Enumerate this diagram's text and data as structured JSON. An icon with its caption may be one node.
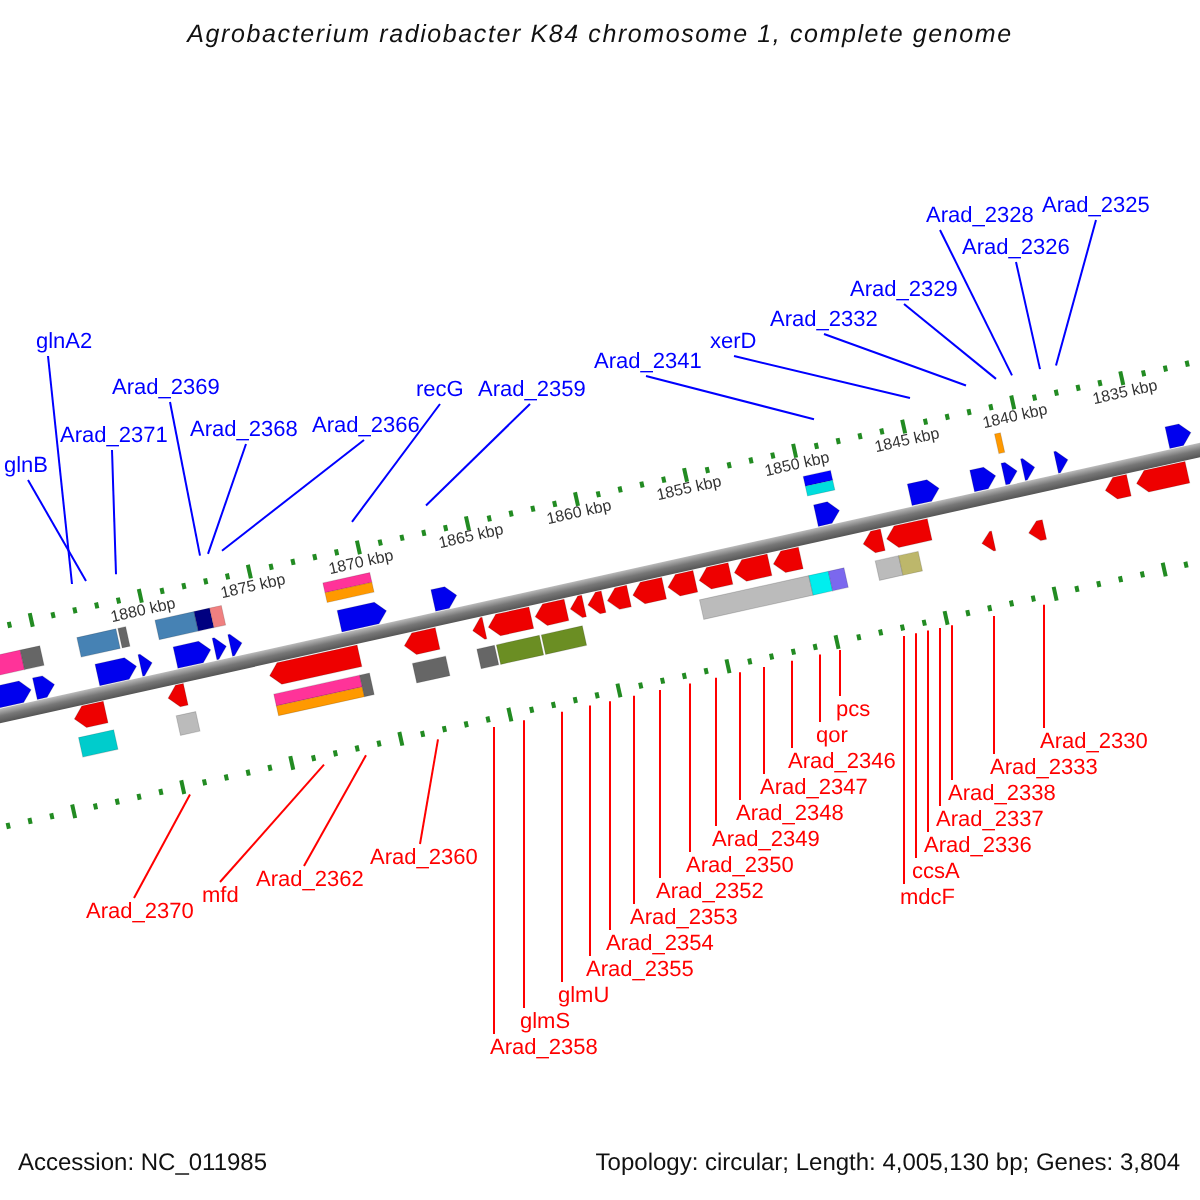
{
  "diagram": {
    "title": "Agrobacterium radiobacter K84 chromosome 1, complete genome",
    "nodes": [
      {
        "text": [
          "Arad_2325"
        ]
      },
      {
        "text": [
          "Arad_2328"
        ]
      },
      {
        "text": [
          "Arad_2326"
        ]
      },
      {
        "text": [
          "Arad_2329"
        ]
      },
      {
        "text": [
          "Arad_2332"
        ]
      },
      {
        "text": [
          "glnA2"
        ]
      },
      {
        "text": [
          "xerD"
        ]
      },
      {
        "text": [
          "Arad_2341"
        ]
      },
      {
        "text": [
          "Arad_2369"
        ]
      },
      {
        "text": [
          "recG"
        ]
      },
      {
        "text": [
          "Arad_2359"
        ]
      },
      {
        "text": [
          "Arad_2366"
        ]
      },
      {
        "text": [
          "Arad_2368"
        ]
      },
      {
        "text": [
          "Arad_2371"
        ]
      },
      {
        "text": [
          "glnB"
        ]
      },
      {
        "text": [
          "Arad_2330"
        ]
      },
      {
        "text": [
          "Arad_2333"
        ]
      },
      {
        "text": [
          "Arad_2338"
        ]
      },
      {
        "text": [
          "Arad_2337"
        ]
      },
      {
        "text": [
          "Arad_2336"
        ]
      },
      {
        "text": [
          "ccsA"
        ]
      },
      {
        "text": [
          "mdcF"
        ]
      },
      {
        "text": [
          "pcs"
        ]
      },
      {
        "text": [
          "qor"
        ]
      },
      {
        "text": [
          "Arad_2346"
        ]
      },
      {
        "text": [
          "Arad_2347"
        ]
      },
      {
        "text": [
          "Arad_2348"
        ]
      },
      {
        "text": [
          "Arad_2349"
        ]
      },
      {
        "text": [
          "Arad_2350"
        ]
      },
      {
        "text": [
          "Arad_2352"
        ]
      },
      {
        "text": [
          "Arad_2353"
        ]
      },
      {
        "text": [
          "Arad_2354"
        ]
      },
      {
        "text": [
          "Arad_2355"
        ]
      },
      {
        "text": [
          "glmU"
        ]
      },
      {
        "text": [
          "glmS"
        ]
      },
      {
        "text": [
          "Arad_2358"
        ]
      },
      {
        "text": [
          "Arad_2360"
        ]
      },
      {
        "text": [
          "Arad_2362"
        ]
      },
      {
        "text": [
          "mfd"
        ]
      },
      {
        "text": [
          "Arad_2370"
        ]
      }
    ],
    "edges": [
      {
        "from": 0,
        "to": null,
        "arrow": "none",
        "color": "#0000ff"
      },
      {
        "from": 1,
        "to": null,
        "arrow": "none",
        "color": "#0000ff"
      },
      {
        "from": 2,
        "to": null,
        "arrow": "none",
        "color": "#0000ff"
      },
      {
        "from": 3,
        "to": null,
        "arrow": "none",
        "color": "#0000ff"
      },
      {
        "from": 4,
        "to": null,
        "arrow": "none",
        "color": "#0000ff"
      },
      {
        "from": 5,
        "to": null,
        "arrow": "none",
        "color": "#0000ff"
      },
      {
        "from": 6,
        "to": null,
        "arrow": "none",
        "color": "#0000ff"
      },
      {
        "from": 7,
        "to": null,
        "arrow": "none",
        "color": "#0000ff"
      },
      {
        "from": 8,
        "to": null,
        "arrow": "none",
        "color": "#0000ff"
      },
      {
        "from": 9,
        "to": null,
        "arrow": "none",
        "color": "#0000ff"
      },
      {
        "from": 10,
        "to": null,
        "arrow": "none",
        "color": "#0000ff"
      },
      {
        "from": 11,
        "to": null,
        "arrow": "none",
        "color": "#0000ff"
      },
      {
        "from": 12,
        "to": null,
        "arrow": "none",
        "color": "#0000ff"
      },
      {
        "from": 13,
        "to": null,
        "arrow": "none",
        "color": "#0000ff"
      },
      {
        "from": 14,
        "to": null,
        "arrow": "none",
        "color": "#0000ff"
      },
      {
        "from": 15,
        "to": null,
        "arrow": "none"
      },
      {
        "from": 16,
        "to": null,
        "arrow": "none"
      },
      {
        "from": 17,
        "to": null,
        "arrow": "none"
      },
      {
        "from": 18,
        "to": null,
        "arrow": "none"
      },
      {
        "from": 19,
        "to": null,
        "arrow": "none"
      },
      {
        "from": 20,
        "to": null,
        "arrow": "none"
      },
      {
        "from": 21,
        "to": null,
        "arrow": "none"
      },
      {
        "from": 22,
        "to": null,
        "arrow": "none"
      },
      {
        "from": 23,
        "to": null,
        "arrow": "none"
      },
      {
        "from": 24,
        "to": null,
        "arrow": "none"
      },
      {
        "from": 25,
        "to": null,
        "arrow": "none"
      },
      {
        "from": 26,
        "to": null,
        "arrow": "none"
      },
      {
        "from": 27,
        "to": null,
        "arrow": "none"
      },
      {
        "from": 28,
        "to": null,
        "arrow": "none"
      },
      {
        "from": 29,
        "to": null,
        "arrow": "none"
      },
      {
        "from": 30,
        "to": null,
        "arrow": "none"
      },
      {
        "from": 31,
        "to": null,
        "arrow": "none"
      },
      {
        "from": 32,
        "to": null,
        "arrow": "none"
      },
      {
        "from": 33,
        "to": null,
        "arrow": "none"
      },
      {
        "from": 34,
        "to": null,
        "arrow": "none"
      },
      {
        "from": 35,
        "to": null,
        "arrow": "none"
      },
      {
        "from": 36,
        "to": null,
        "arrow": "none"
      },
      {
        "from": 37,
        "to": null,
        "arrow": "none"
      },
      {
        "from": 38,
        "to": null,
        "arrow": "none"
      },
      {
        "from": 39,
        "to": null,
        "arrow": "none"
      }
    ],
    "labels": [
      "1880 kbp",
      "1875 kbp",
      "1870 kbp",
      "1865 kbp",
      "1860 kbp",
      "1855 kbp",
      "1850 kbp",
      "1845 kbp",
      "1840 kbp",
      "1835 kbp",
      "Accession: NC_011985",
      "Topology: circular; Length: 4,005,130 bp; Genes: 3,804"
    ]
  }
}
